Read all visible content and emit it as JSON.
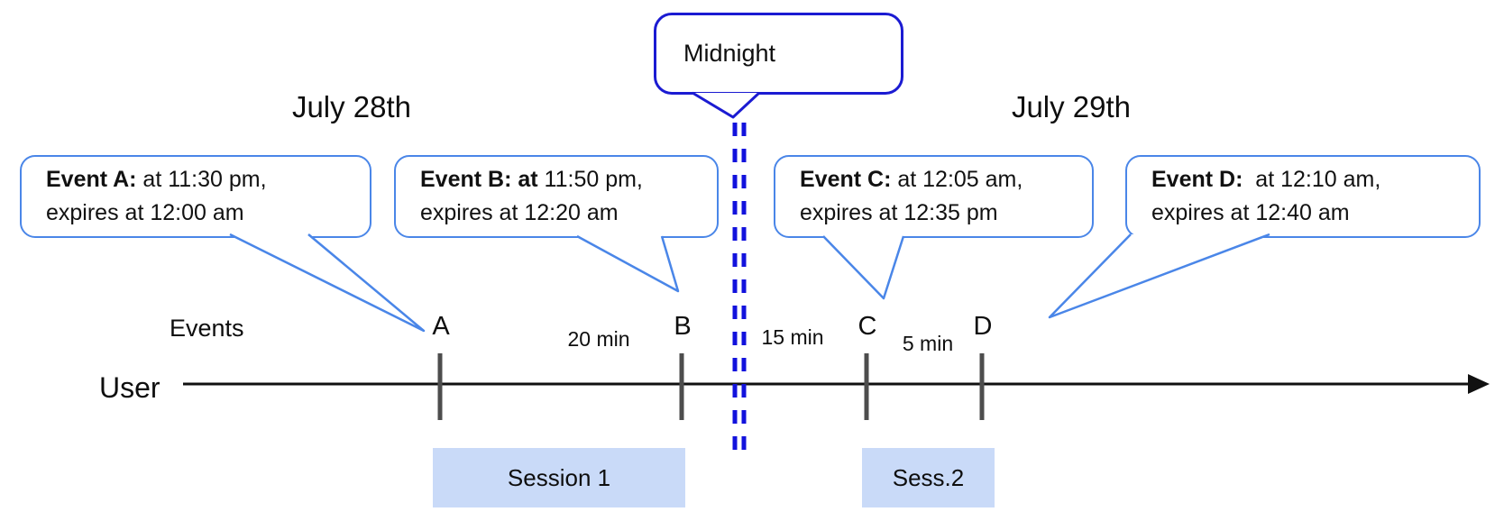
{
  "diagram": {
    "title_left_day": "July 28th",
    "title_right_day": "July 29th",
    "midnight_label": "Midnight",
    "events_axis_label": "Events",
    "user_axis_label": "User",
    "event_callouts": [
      {
        "id": "A",
        "bold": "Event A:",
        "line1_rest": " at 11:30 pm,",
        "line2": "expires at 12:00 am"
      },
      {
        "id": "B",
        "bold": "Event B: at",
        "line1_rest": " 11:50 pm,",
        "line2": "expires at 12:20 am"
      },
      {
        "id": "C",
        "bold": "Event C:",
        "line1_rest": " at 12:05 am,",
        "line2": "expires at 12:35 pm"
      },
      {
        "id": "D",
        "bold": "Event D:",
        "line1_rest": "  at 12:10 am,",
        "line2": "expires at 12:40 am"
      }
    ],
    "tick_labels": [
      {
        "label": "A"
      },
      {
        "label": "B"
      },
      {
        "label": "C"
      },
      {
        "label": "D"
      }
    ],
    "gap_labels": [
      {
        "label": "20 min"
      },
      {
        "label": "15 min"
      },
      {
        "label": "5 min"
      }
    ],
    "sessions": [
      {
        "label": "Session 1"
      },
      {
        "label": "Sess.2"
      }
    ],
    "colors": {
      "event_callout_border": "#4a86e8",
      "midnight_border": "#1b1bd2",
      "midnight_dashes": "#1212dd",
      "session_fill": "#c9daf8",
      "tick_color": "#4d4d4d",
      "axis_color": "#111111"
    }
  }
}
